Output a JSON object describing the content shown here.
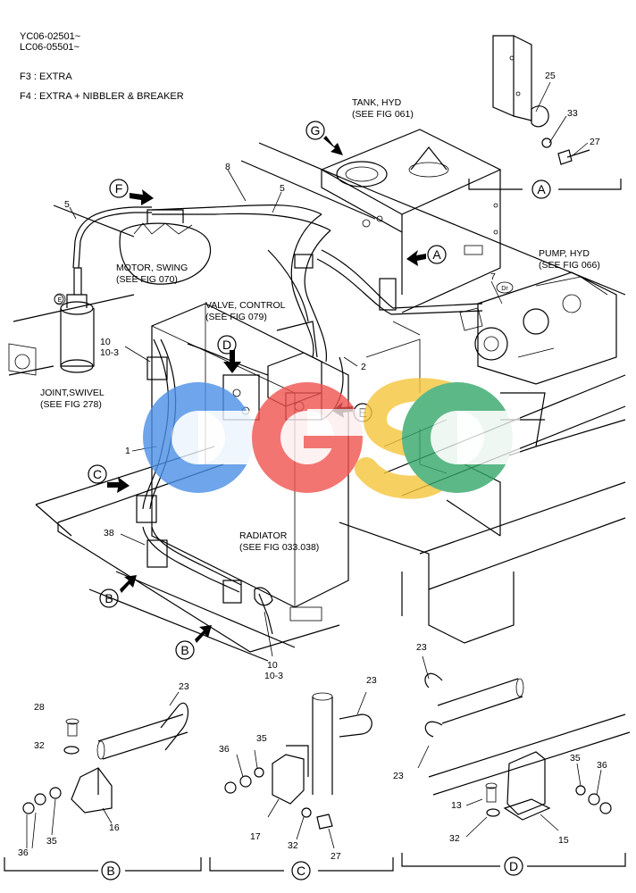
{
  "header": {
    "serial_1": "YC06-02501~",
    "serial_2": "LC06-05501~",
    "f3": "F3 :   EXTRA",
    "f4": "F4 :   EXTRA  +  NIBBLER & BREAKER"
  },
  "labels": {
    "tank_1": "TANK, HYD",
    "tank_2": "(SEE FIG 061)",
    "pump_1": "PUMP, HYD",
    "pump_2": "(SEE FIG 066)",
    "motor_1": "MOTOR, SWING",
    "motor_2": "(SEE FIG 070)",
    "valve_1": "VALVE, CONTROL",
    "valve_2": "(SEE FIG 079)",
    "joint_1": "JOINT,SWIVEL",
    "joint_2": "(SEE FIG 278)",
    "radiator_1": "RADIATOR",
    "radiator_2": "(SEE FIG 033.038)"
  },
  "callouts": {
    "g": "G",
    "f": "F",
    "a": "A",
    "d": "D",
    "e": "E",
    "c": "C",
    "b": "B",
    "b2": "B",
    "small_e": "E",
    "dr": "Dr"
  },
  "detail_labels": {
    "a": "A",
    "b": "B",
    "c": "C",
    "d": "D"
  },
  "part_numbers": {
    "p25": "25",
    "p33": "33",
    "p27a": "27",
    "p8": "8",
    "p5a": "5",
    "p5b": "5",
    "p7": "7",
    "p2": "2",
    "p1": "1",
    "p10a": "10",
    "p10_3a": "10-3",
    "p38": "38",
    "p10b": "10",
    "p10_3b": "10-3",
    "b23": "23",
    "b28": "28",
    "b32": "32",
    "b16": "16",
    "b36": "36",
    "b35": "35",
    "c23": "23",
    "c36": "36",
    "c35": "35",
    "c17": "17",
    "c32": "32",
    "c27": "27",
    "d23a": "23",
    "d23b": "23",
    "d35": "35",
    "d36": "36",
    "d13": "13",
    "d32": "32",
    "d15": "15"
  },
  "watermark": {
    "text": "CGSC",
    "colors": [
      "#4a8fe7",
      "#ef5350",
      "#f6c53c",
      "#35a76a"
    ]
  }
}
